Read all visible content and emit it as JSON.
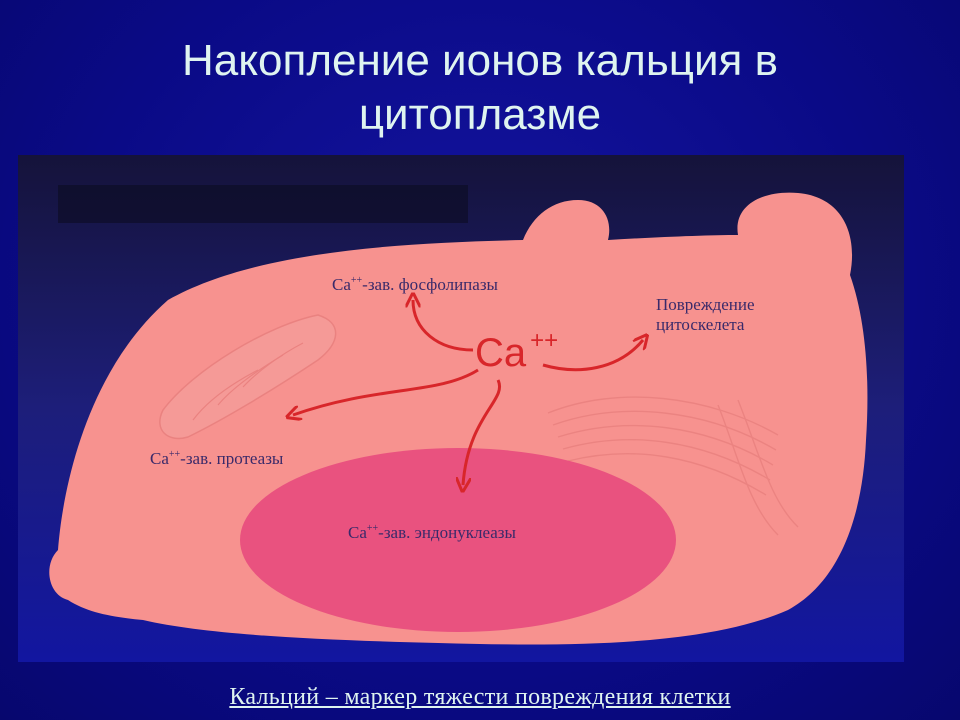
{
  "title": "Накопление ионов кальция в цитоплазме",
  "colors": {
    "background": "#0a0a8a",
    "cell": "#f7928f",
    "nucleus": "#e9527f",
    "arrow": "#d8262a",
    "text": "#dff4f0"
  },
  "diagram": {
    "center": {
      "ion": "Ca",
      "charge": "++"
    },
    "targets": {
      "phospholipases": {
        "prefix": "Ca",
        "charge": "++",
        "text": "-зав. фосфолипазы"
      },
      "cytoskeleton_line1": "Повреждение",
      "cytoskeleton_line2": "цитоскелета",
      "proteases": {
        "prefix": "Ca",
        "charge": "++",
        "text": "-зав. протеазы"
      },
      "endonucleases": {
        "prefix": "Ca",
        "charge": "++",
        "text": "-зав. эндонуклеазы"
      }
    }
  },
  "footer": "Кальций – маркер тяжести повреждения клетки"
}
